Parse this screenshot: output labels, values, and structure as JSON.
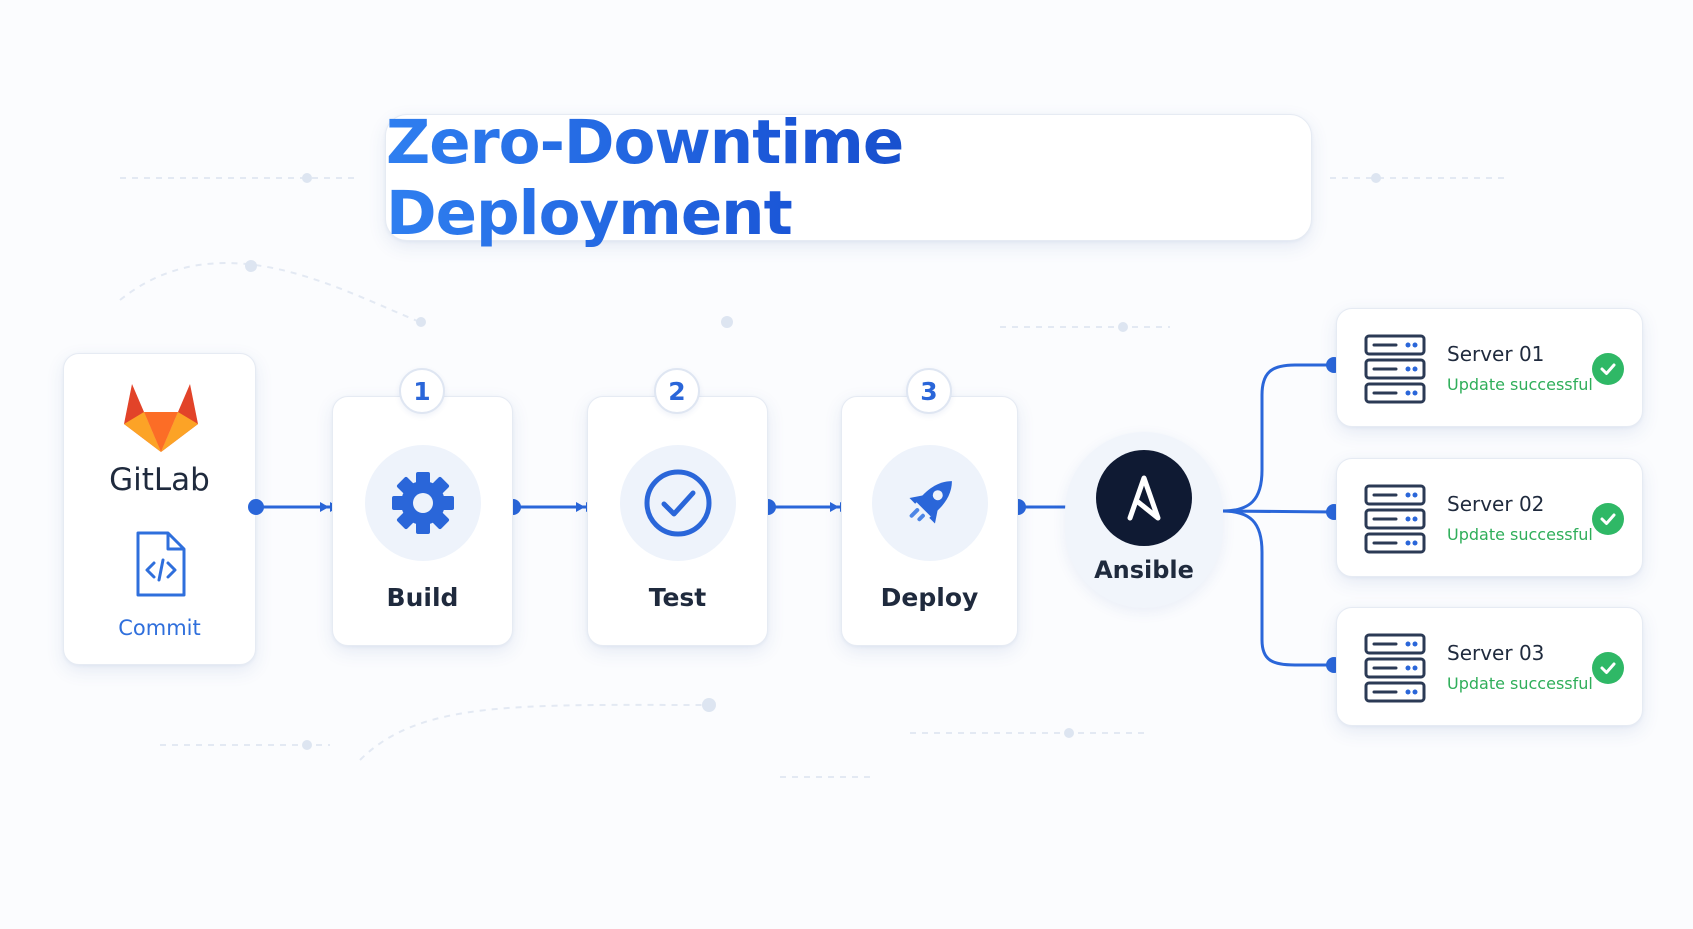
{
  "title": "Zero-Downtime Deployment",
  "source": {
    "logo_icon": "gitlab-fox-icon",
    "name": "GitLab",
    "file_icon": "code-file-icon",
    "action": "Commit"
  },
  "steps": [
    {
      "number": "1",
      "label": "Build",
      "icon": "gear-icon"
    },
    {
      "number": "2",
      "label": "Test",
      "icon": "check-circle-icon"
    },
    {
      "number": "3",
      "label": "Deploy",
      "icon": "rocket-icon"
    }
  ],
  "orchestrator": {
    "name": "Ansible",
    "icon": "ansible-logo-icon"
  },
  "servers": [
    {
      "name": "Server 01",
      "status": "Update successful"
    },
    {
      "name": "Server 02",
      "status": "Update successful"
    },
    {
      "name": "Server 03",
      "status": "Update successful"
    }
  ],
  "colors": {
    "accent": "#2a66d9",
    "success": "#2fb866",
    "gitlab_orange": "#f5731d",
    "ansible_dark": "#0f1a33"
  }
}
